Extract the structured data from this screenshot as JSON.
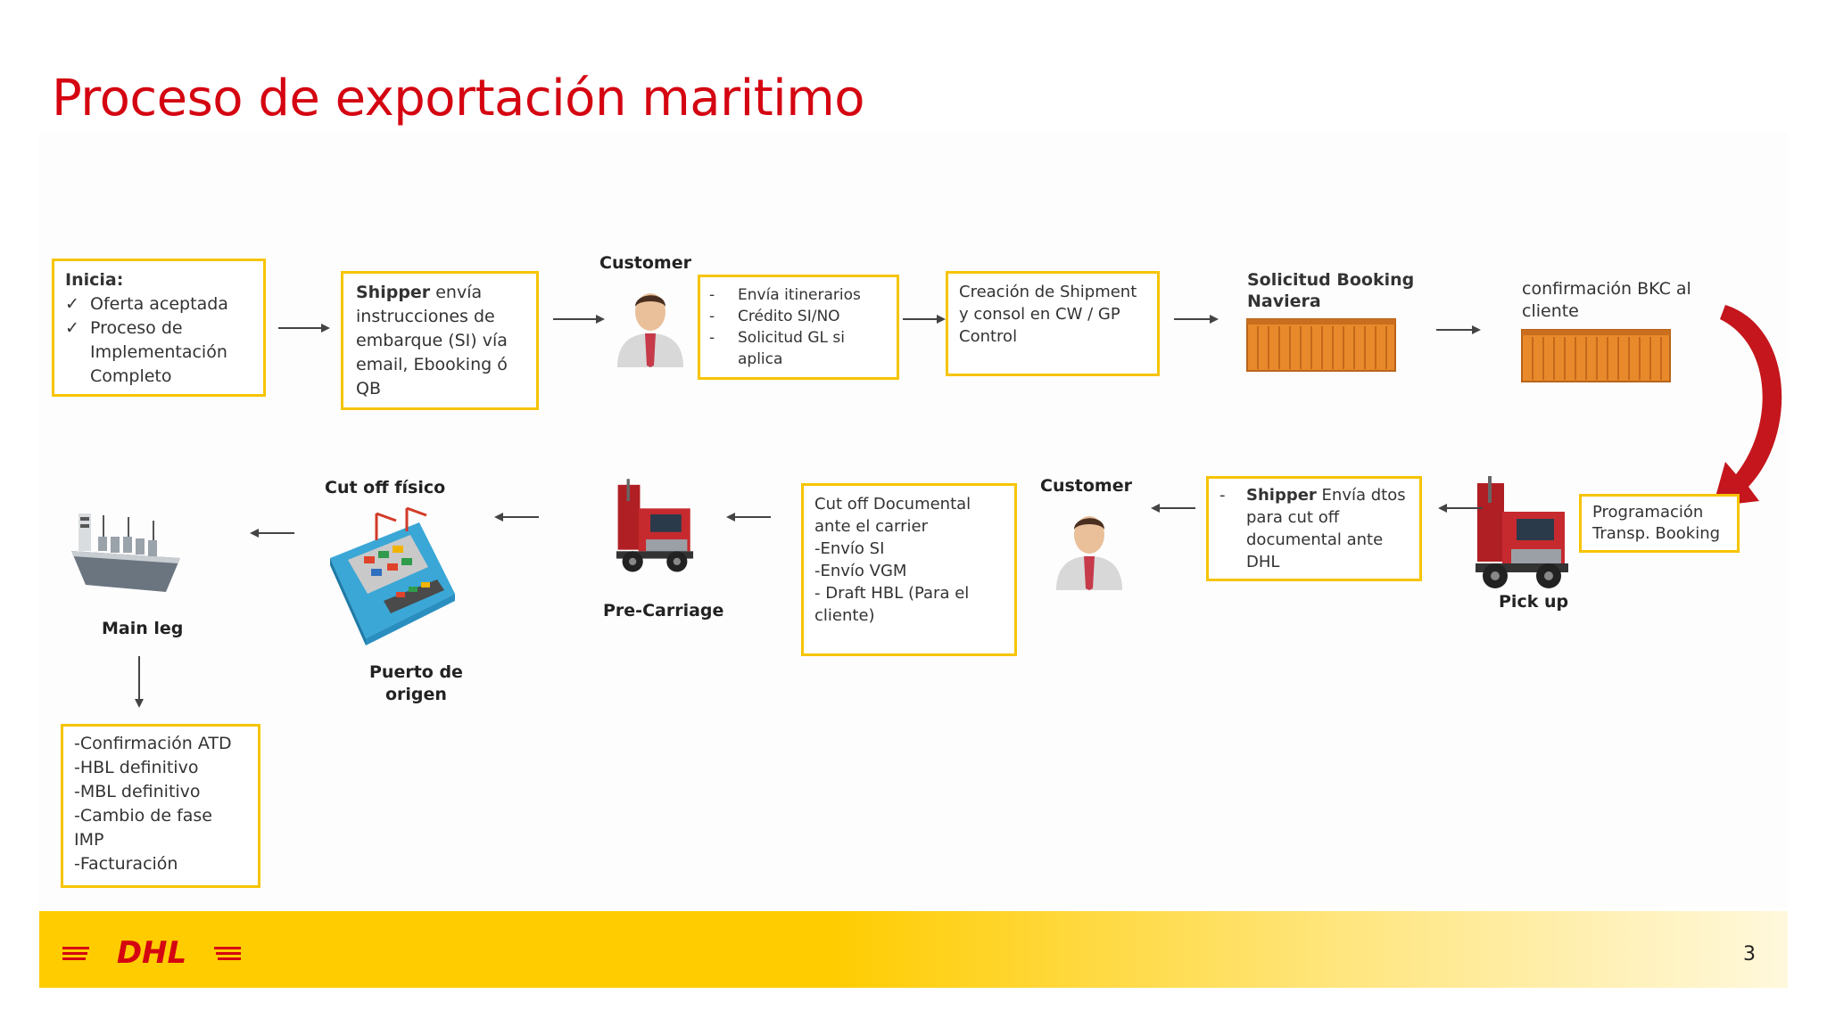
{
  "title": "Proceso de exportación maritimo",
  "steps": {
    "inicia": {
      "heading": "Inicia:",
      "items": [
        {
          "mark": "✓",
          "lines": [
            "Oferta aceptada"
          ]
        },
        {
          "mark": "✓",
          "lines": [
            "Proceso de",
            "Implementación",
            "Completo"
          ]
        }
      ]
    },
    "shipper_si": {
      "bold": "Shipper",
      "line1_rest": " envía",
      "lines": [
        "instrucciones de",
        "embarque (SI) vía",
        "email, Ebooking ó",
        "QB"
      ]
    },
    "customer1": {
      "label": "Customer"
    },
    "itinerarios": {
      "items": [
        {
          "mark": "-",
          "lines": [
            "Envía itinerarios"
          ]
        },
        {
          "mark": "-",
          "lines": [
            "Crédito SI/NO"
          ]
        },
        {
          "mark": "-",
          "lines": [
            "Solicitud GL si",
            "aplica"
          ]
        }
      ]
    },
    "creacion": {
      "lines": [
        "Creación de Shipment",
        "y consol en CW / GP",
        "Control"
      ]
    },
    "solicitud_booking": {
      "lines": [
        "Solicitud Booking",
        "Naviera"
      ]
    },
    "confirmacion_bkc": {
      "lines": [
        "confirmación BKC al",
        "cliente"
      ]
    },
    "programacion": {
      "lines": [
        "Programación",
        "Transp. Booking"
      ]
    },
    "pick_up": {
      "label": "Pick up"
    },
    "shipper_dtos": {
      "mark": "-",
      "bold": "Shipper",
      "line1_rest": " Envía dtos",
      "lines": [
        "para cut off",
        "documental ante",
        "DHL"
      ]
    },
    "customer2": {
      "label": "Customer"
    },
    "cutoff_doc": {
      "lines": [
        "Cut off Documental",
        "ante el carrier",
        "-Envío SI",
        "-Envío VGM",
        "- Draft HBL (Para el",
        "cliente)"
      ]
    },
    "pre_carriage": {
      "label": "Pre-Carriage"
    },
    "cutoff_fisico": {
      "label": "Cut off físico"
    },
    "puerto": {
      "lines": [
        "Puerto de",
        "origen"
      ]
    },
    "main_leg": {
      "label": "Main leg"
    },
    "final": {
      "lines": [
        "-Confirmación ATD",
        "-HBL definitivo",
        "-MBL definitivo",
        "-Cambio de fase",
        "IMP",
        "-Facturación"
      ]
    }
  },
  "icons": {
    "person": "person-icon",
    "container": "shipping-container-icon",
    "truck": "truck-icon",
    "ship": "cargo-ship-icon",
    "port": "port-terminal-icon",
    "arrow": "arrow-icon"
  },
  "footer": {
    "logo_text": "DHL",
    "page_number": "3"
  },
  "colors": {
    "accent_red": "#d40511",
    "dhl_yellow": "#ffcc00",
    "box_border": "#f6c400",
    "container_orange": "#e8892b"
  }
}
